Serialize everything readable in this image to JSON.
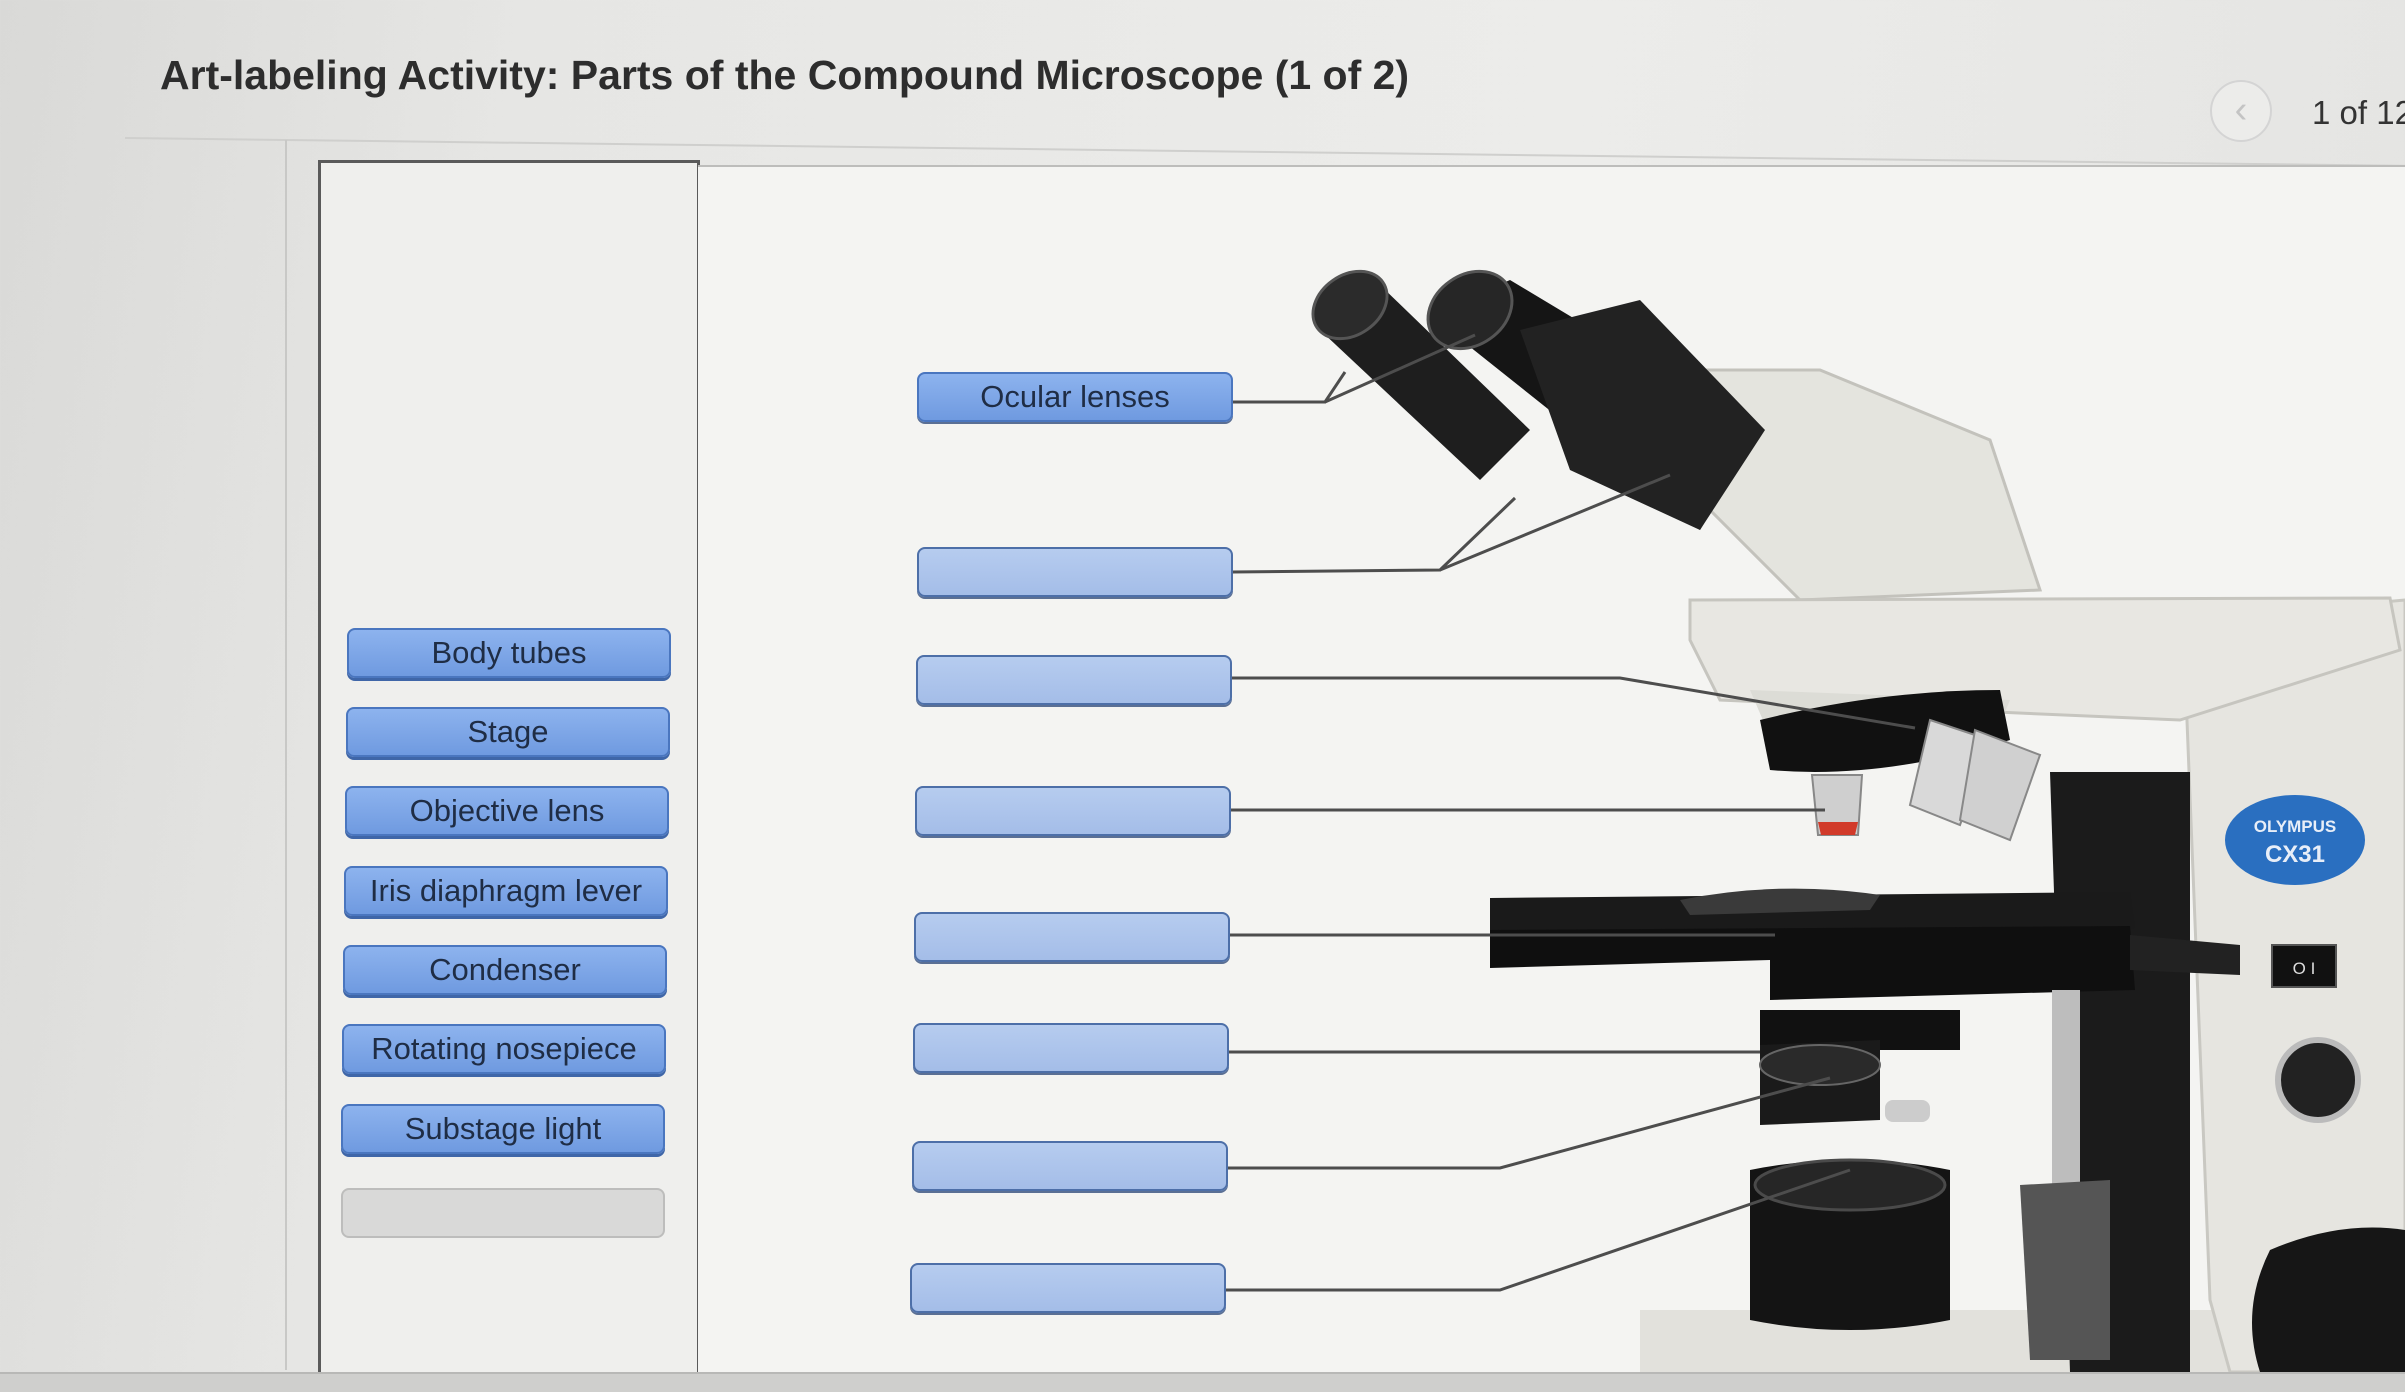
{
  "header": {
    "title": "Art-labeling Activity: Parts of the Compound Microscope (1 of 2)",
    "page_count": "1 of 12"
  },
  "word_bank": {
    "items": [
      "Body tubes",
      "Stage",
      "Objective lens",
      "Iris diaphragm lever",
      "Condenser",
      "Rotating nosepiece",
      "Substage light"
    ]
  },
  "drop_targets": [
    "Ocular lenses",
    "",
    "",
    "",
    "",
    "",
    "",
    ""
  ],
  "microscope": {
    "brand_line1": "OLYMPUS",
    "brand_line2": "CX31",
    "switch_label": "O I"
  },
  "colors": {
    "chip_fill": "#7ea6e8",
    "chip_border": "#4a76bf",
    "target_fill": "#aec6ee",
    "badge": "#2a6fc0"
  }
}
